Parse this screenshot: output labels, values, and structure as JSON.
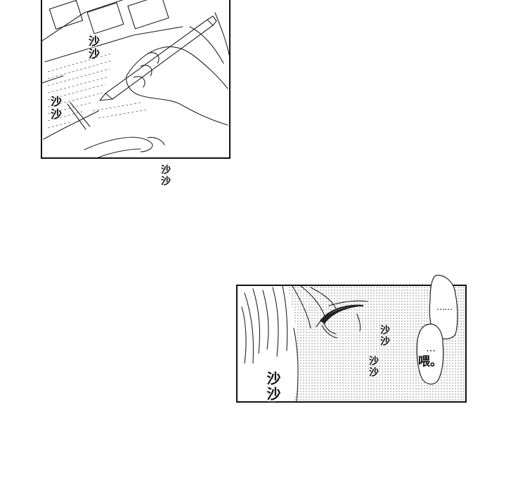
{
  "panel_top": {
    "sfx": [
      "沙沙",
      "沙沙",
      "沙沙"
    ]
  },
  "panel_bottom": {
    "sfx": [
      "沙沙",
      "沙沙",
      "沙沙"
    ],
    "speech": [
      {
        "text": "……"
      },
      {
        "line1": "…",
        "line2": "喂。"
      }
    ]
  }
}
